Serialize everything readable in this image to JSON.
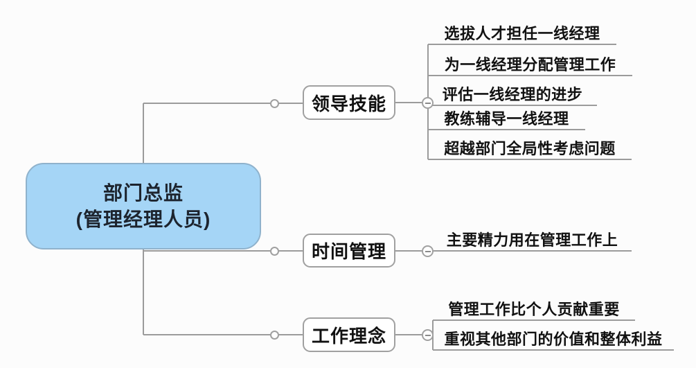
{
  "mindmap": {
    "root": {
      "title_line1": "部门总监",
      "title_line2": "(管理经理人员)"
    },
    "branches": [
      {
        "label": "领导技能",
        "children": [
          "选拔人才担任一线经理",
          "为一线经理分配管理工作",
          "评估一线经理的进步",
          "教练辅导一线经理",
          "超越部门全局性考虑问题"
        ]
      },
      {
        "label": "时间管理",
        "children": [
          "主要精力用在管理工作上"
        ]
      },
      {
        "label": "工作理念",
        "children": [
          "管理工作比个人贡献重要",
          "重视其他部门的价值和整体利益"
        ]
      }
    ],
    "icons": {
      "branch_toggle": "minus-circle",
      "connector_dot": "small-open-circle"
    },
    "colors": {
      "root_fill": "#a5d5f6",
      "root_border": "#8fb2cc",
      "root_text": "#1d242e",
      "branch_fill": "#ffffff",
      "branch_border": "#a0a0a0",
      "connector_line": "#9b9b9b",
      "leaf_text": "#111111",
      "background": "#fcfcfc"
    }
  }
}
